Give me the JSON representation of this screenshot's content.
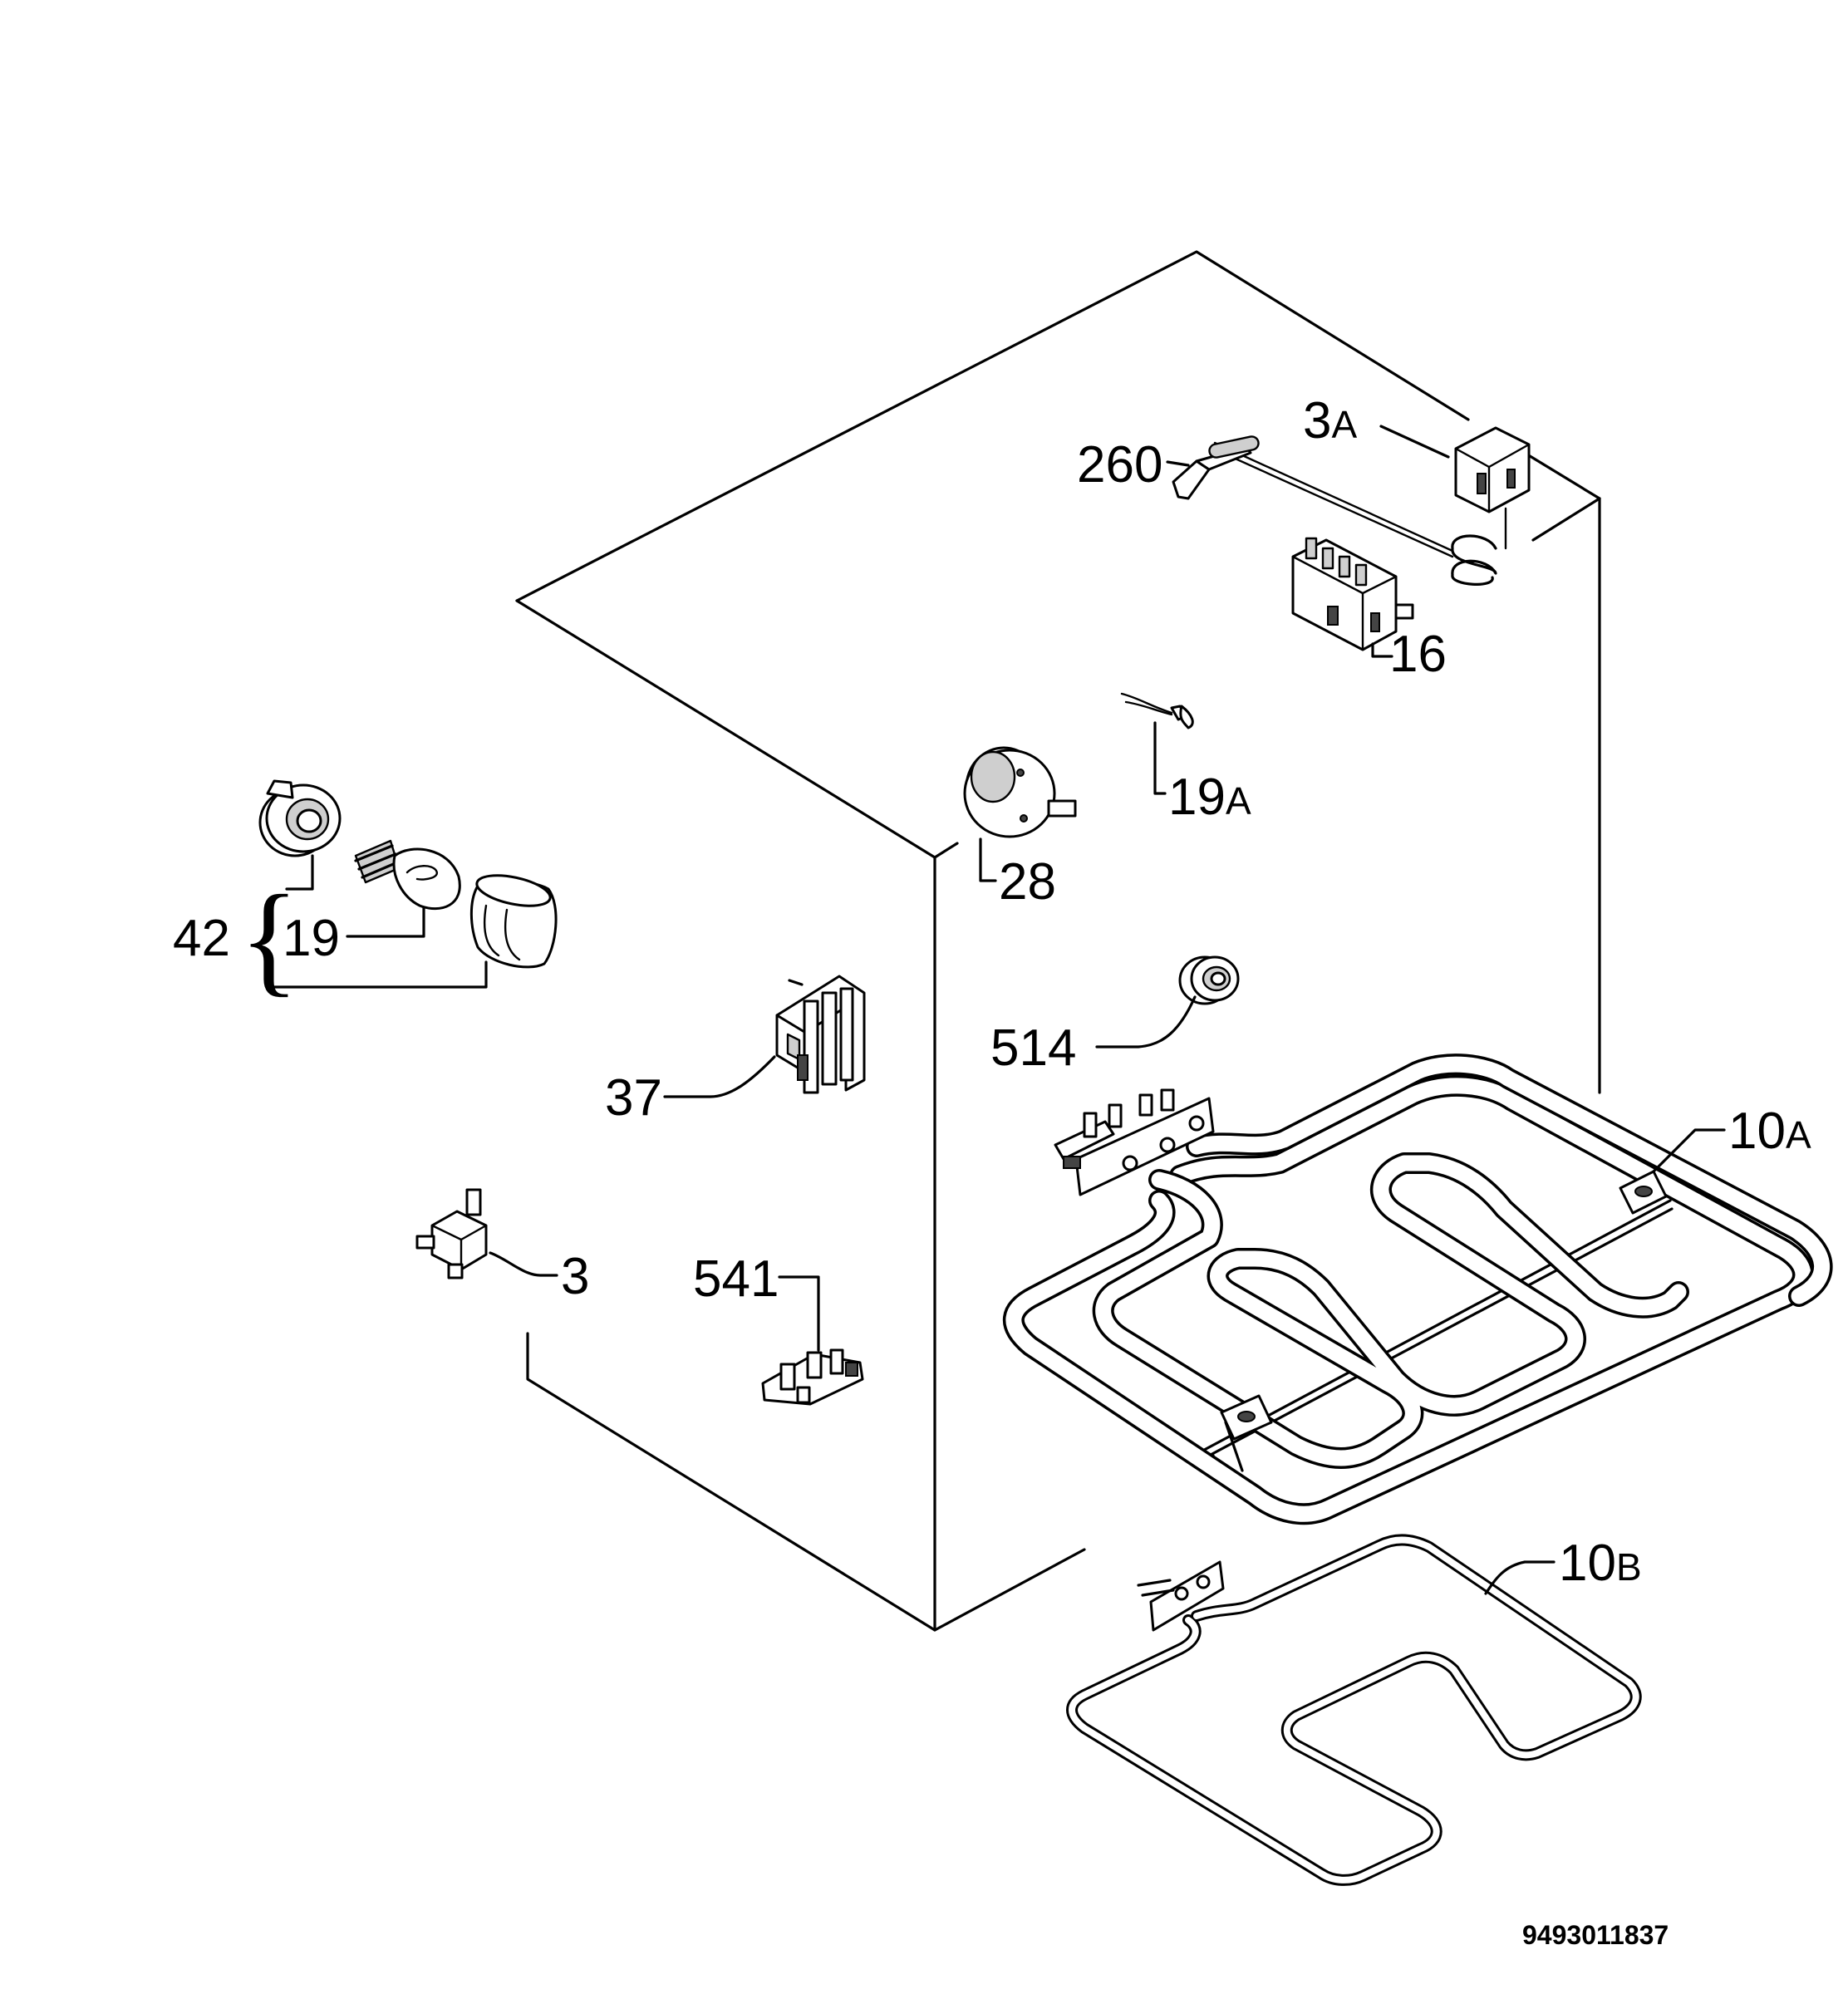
{
  "labels": {
    "p3a": {
      "num": "3",
      "suffix": "A"
    },
    "p260": "260",
    "p16": "16",
    "p19a": {
      "num": "19",
      "suffix": "A"
    },
    "p28": "28",
    "p42": "42",
    "p19": "19",
    "p514": "514",
    "p37": "37",
    "p10a": {
      "num": "10",
      "suffix": "A"
    },
    "p3": "3",
    "p541": "541",
    "p10b": {
      "num": "10",
      "suffix": "B"
    }
  },
  "brace": "{",
  "drawing_code": "9493011837"
}
